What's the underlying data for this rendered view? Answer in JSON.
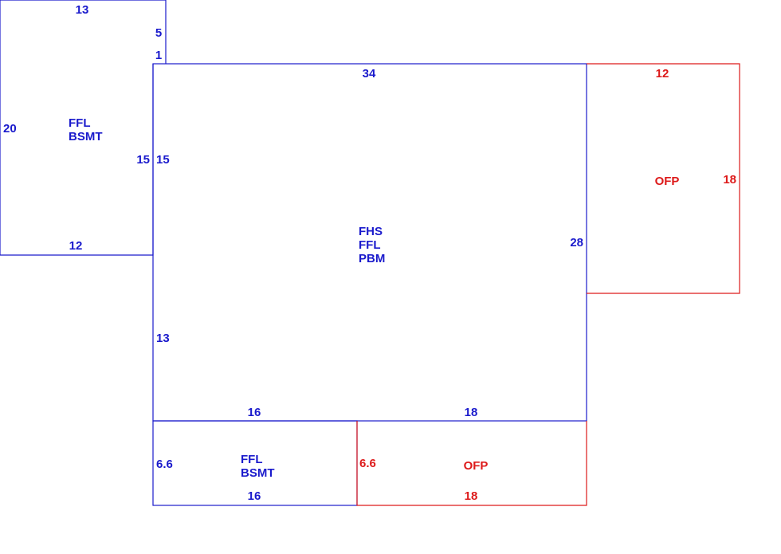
{
  "colors": {
    "living": "#1a1acc",
    "porch": "#dd1a1a"
  },
  "areas": {
    "left_wing": {
      "label_lines": [
        "FFL",
        "BSMT"
      ],
      "dims": {
        "top": "13",
        "left": "20",
        "bottom": "12",
        "right": "15",
        "notch_upper": "5",
        "notch_lower": "1"
      }
    },
    "main": {
      "label_lines": [
        "FHS",
        "FFL",
        "PBM"
      ],
      "dims": {
        "top": "34",
        "right": "28",
        "left_upper": "15",
        "left_lower": "13",
        "bottom_left": "16",
        "bottom_right": "18"
      }
    },
    "right_porch": {
      "label": "OFP",
      "dims": {
        "top": "12",
        "right": "18"
      }
    },
    "bottom_left": {
      "label_lines": [
        "FFL",
        "BSMT"
      ],
      "dims": {
        "left": "6.6",
        "bottom": "16"
      }
    },
    "bottom_porch": {
      "label": "OFP",
      "dims": {
        "left": "6.6",
        "bottom": "18"
      }
    }
  }
}
